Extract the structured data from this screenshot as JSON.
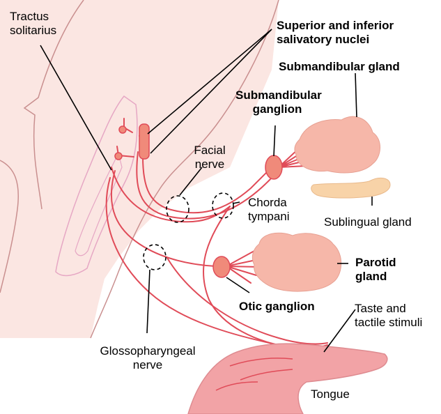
{
  "labels": {
    "tractus_solitarius": [
      "Tractus",
      "solitarius"
    ],
    "salivatory_nuclei": [
      "Superior and inferior",
      "salivatory nuclei"
    ],
    "submandibular_gland": "Submandibular gland",
    "submandibular_ganglion": [
      "Submandibular",
      "ganglion"
    ],
    "facial_nerve": [
      "Facial",
      "nerve"
    ],
    "chorda_tympani": [
      "Chorda",
      "tympani"
    ],
    "sublingual_gland": "Sublingual gland",
    "parotid_gland": [
      "Parotid",
      "gland"
    ],
    "otic_ganglion": "Otic ganglion",
    "taste_stimuli": [
      "Taste and",
      "tactile stimuli"
    ],
    "glossopharyngeal_nerve": [
      "Glossopharyngeal",
      "nerve"
    ],
    "tongue": "Tongue"
  },
  "colors": {
    "nerve": "#e04b58",
    "brainstem_fill": "#fbe6e2",
    "gland_fill": "#f6b7a9",
    "sublingual_fill": "#f8d3a8",
    "tongue_fill": "#f2a3a6",
    "ganglion_fill": "#f08a7a"
  }
}
